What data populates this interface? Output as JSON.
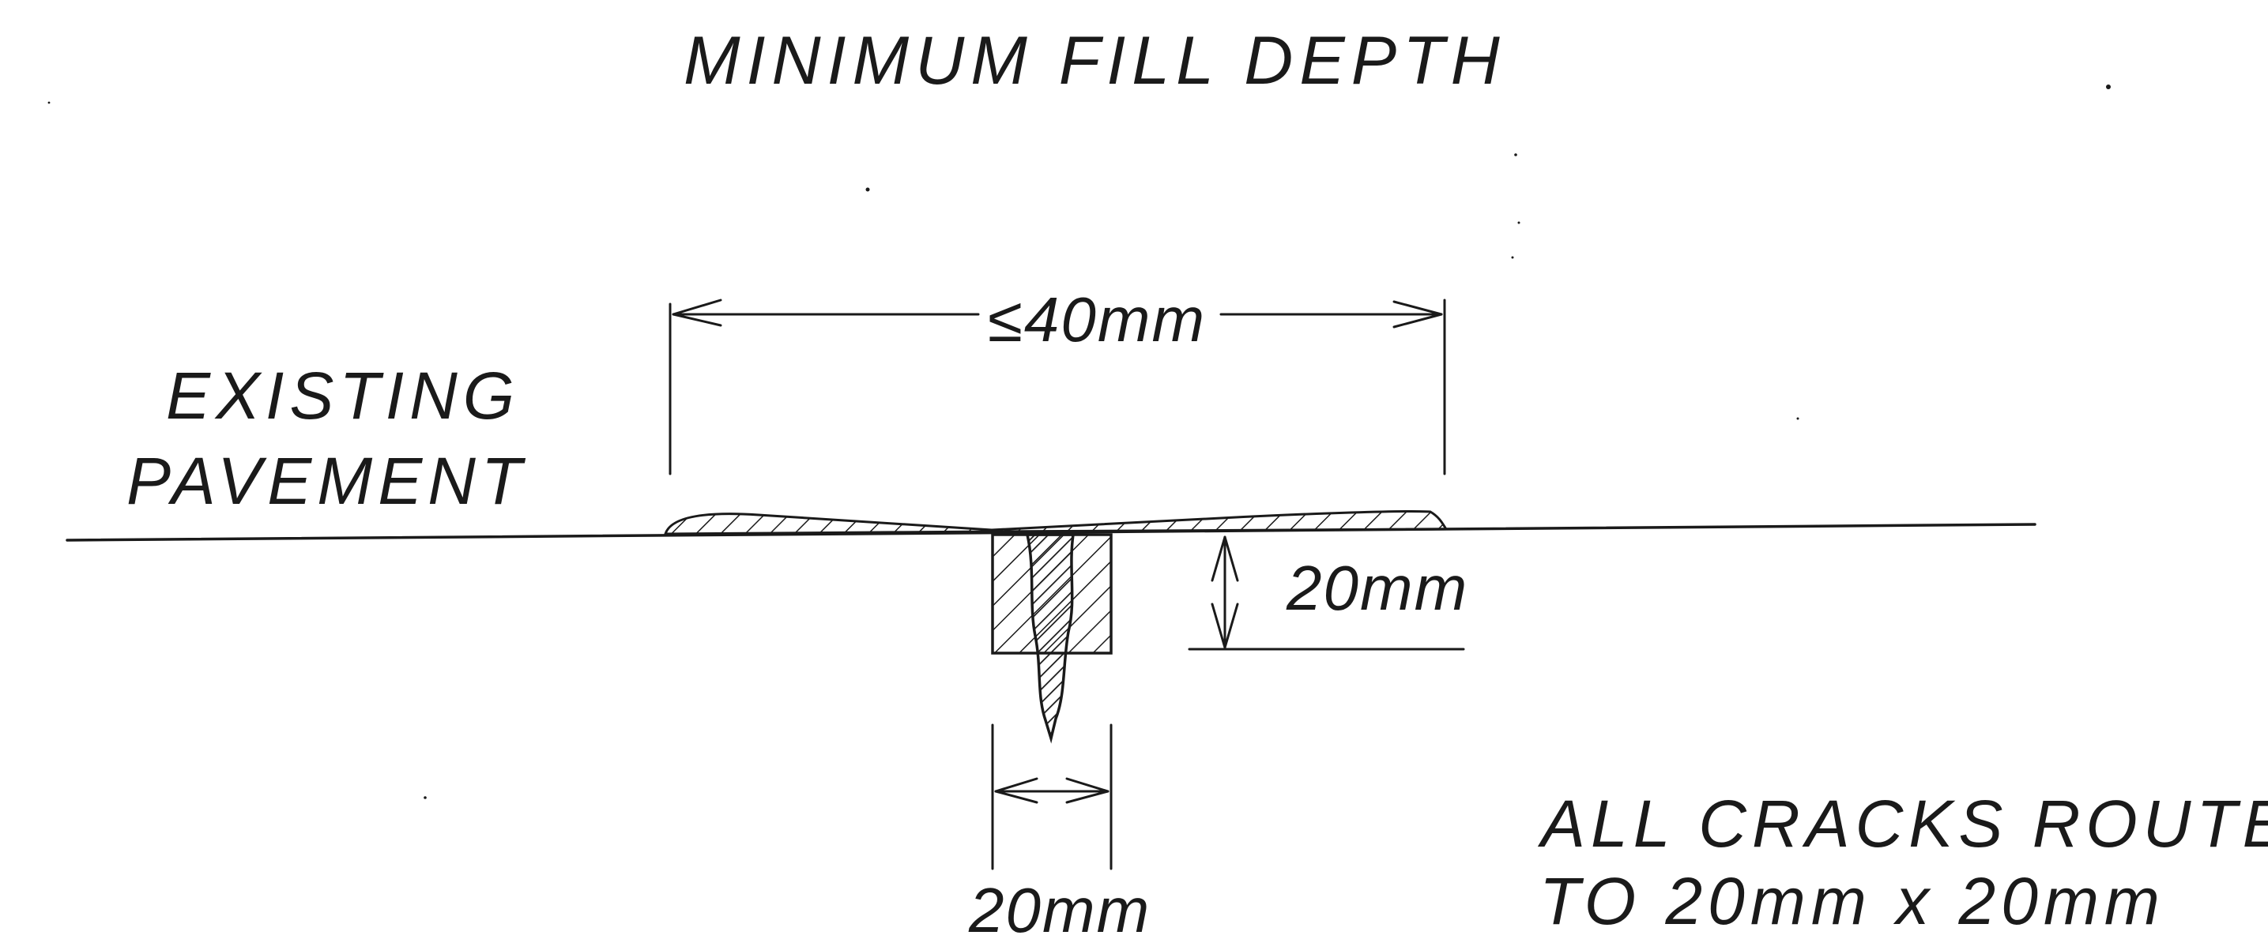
{
  "title": "MINIMUM FILL DEPTH",
  "label_pavement": {
    "line1": "EXISTING",
    "line2": "PAVEMENT"
  },
  "dimensions": {
    "overband_width": "≤40mm",
    "rout_depth": "20mm",
    "rout_width": "20mm"
  },
  "note": {
    "line1": "ALL CRACKS ROUTED",
    "line2": "TO 20mm x 20mm"
  },
  "colors": {
    "ink": "#1a1a1a",
    "paper": "#ffffff"
  }
}
